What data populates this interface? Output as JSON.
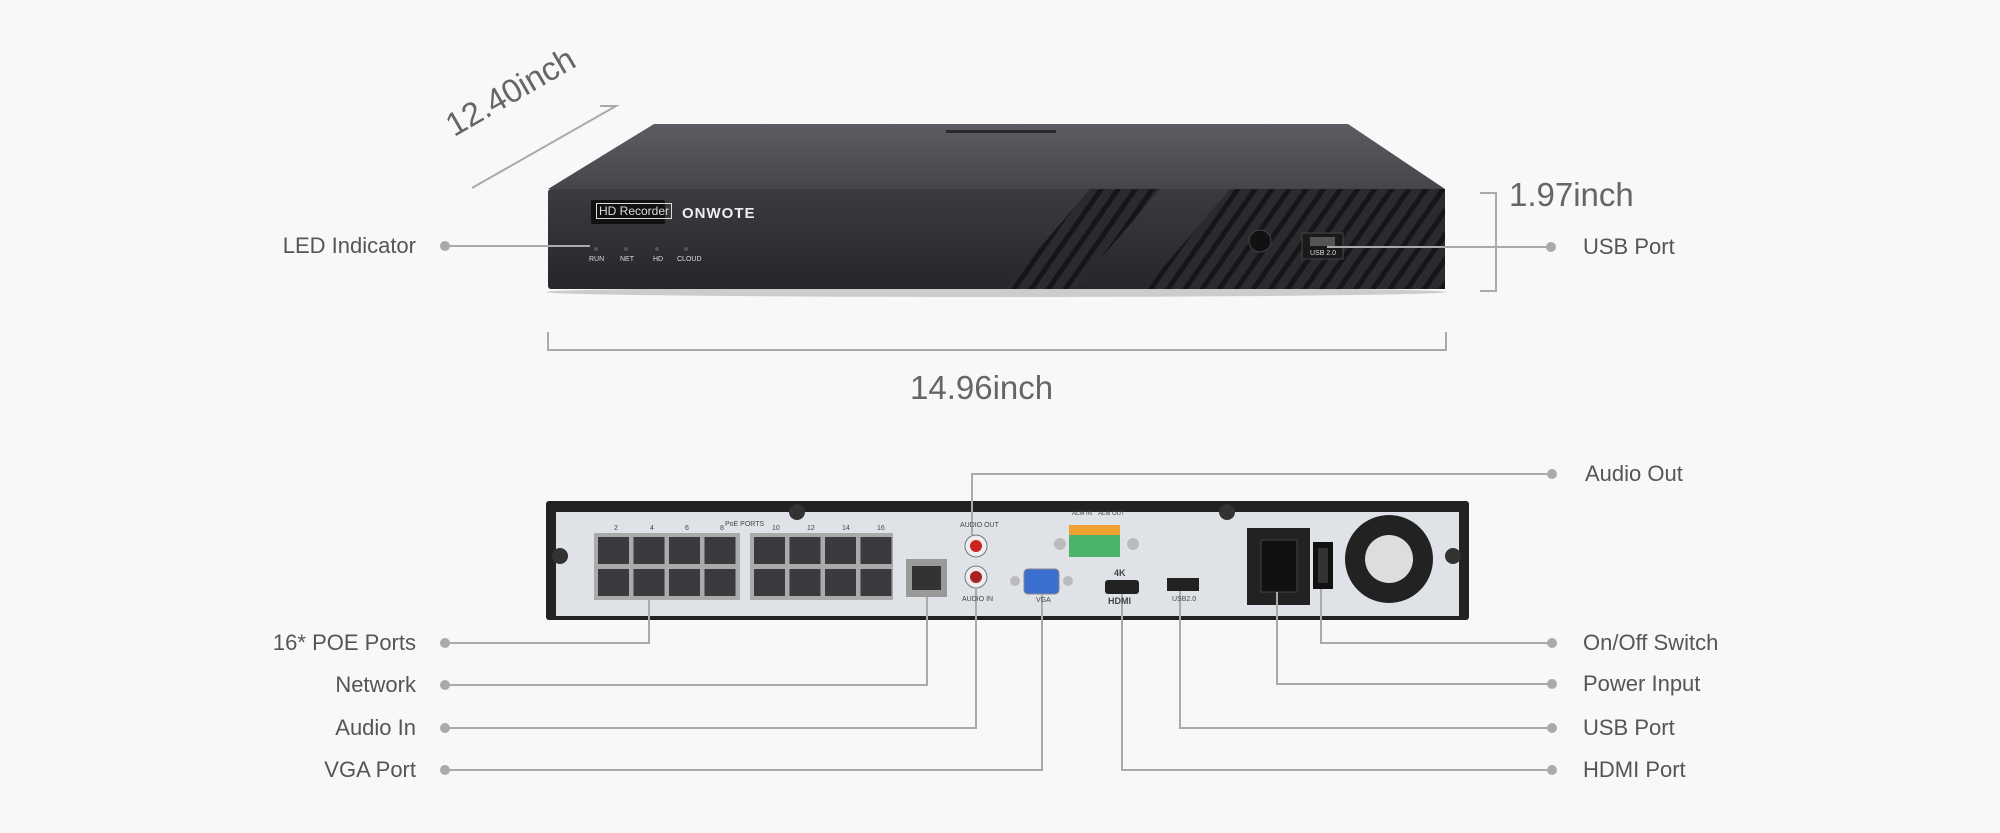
{
  "dimensions": {
    "depth": "12.40inch",
    "height": "1.97inch",
    "width": "14.96inch"
  },
  "front": {
    "badge": "HD Recorder",
    "brand": "ONWOTE",
    "leds": [
      "RUN",
      "NET",
      "HD",
      "CLOUD"
    ],
    "usb_text": "USB 2.0"
  },
  "rear": {
    "poe_text": "PoE PORTS",
    "port_numbers": [
      "2",
      "4",
      "6",
      "8",
      "10",
      "12",
      "14",
      "16"
    ],
    "audio_out": "AUDIO OUT",
    "audio_in": "AUDIO IN",
    "vga": "VGA",
    "hdmi_4k": "4K",
    "hdmi": "HDMI",
    "usb": "USB2.0",
    "alarm_in": "ALM IN",
    "alarm_out": "ALM OUT"
  },
  "callouts": {
    "led_indicator": "LED Indicator",
    "usb_port_front": "USB Port",
    "poe_ports": "16* POE Ports",
    "network": "Network",
    "audio_in": "Audio In",
    "vga_port": "VGA Port",
    "audio_out": "Audio Out",
    "on_off_switch": "On/Off Switch",
    "power_input": "Power Input",
    "usb_port_rear": "USB Port",
    "hdmi_port": "HDMI Port"
  },
  "colors": {
    "line": "#aaaaaa",
    "text": "#555555",
    "device": "#2e2f33",
    "panel": "#dfe3e8"
  }
}
